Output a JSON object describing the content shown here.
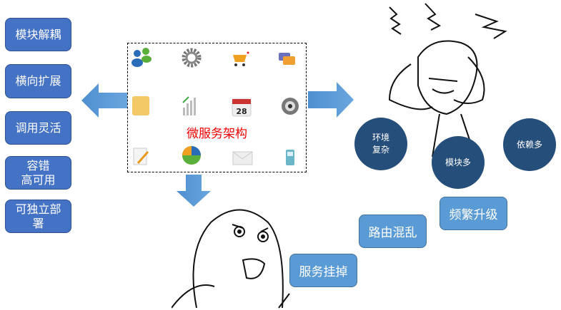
{
  "left_benefits": [
    "模块解耦",
    "横向扩展",
    "调用灵活",
    "容错\n高可用",
    "可独立部\n署"
  ],
  "center": {
    "title": "微服务架构",
    "icons": [
      "users-icon",
      "gear-icon",
      "cart-icon",
      "chat-icon",
      "folder-icon",
      "chart-growth-icon",
      "calendar-icon",
      "speaker-icon",
      "edit-icon",
      "pie-chart-icon",
      "mail-icon",
      "phone-icon"
    ],
    "calendar_day": "28"
  },
  "problems_circles": [
    "环境\n复杂",
    "模块多",
    "依赖多"
  ],
  "problems_boxes": [
    "服务挂掉",
    "路由混乱",
    "频繁升级"
  ],
  "colors": {
    "benefit": "#4472c4",
    "problem_box": "#5b9bd5",
    "circle": "#264e7a",
    "arrow": "#5b9bd5",
    "title": "#ee0000"
  }
}
